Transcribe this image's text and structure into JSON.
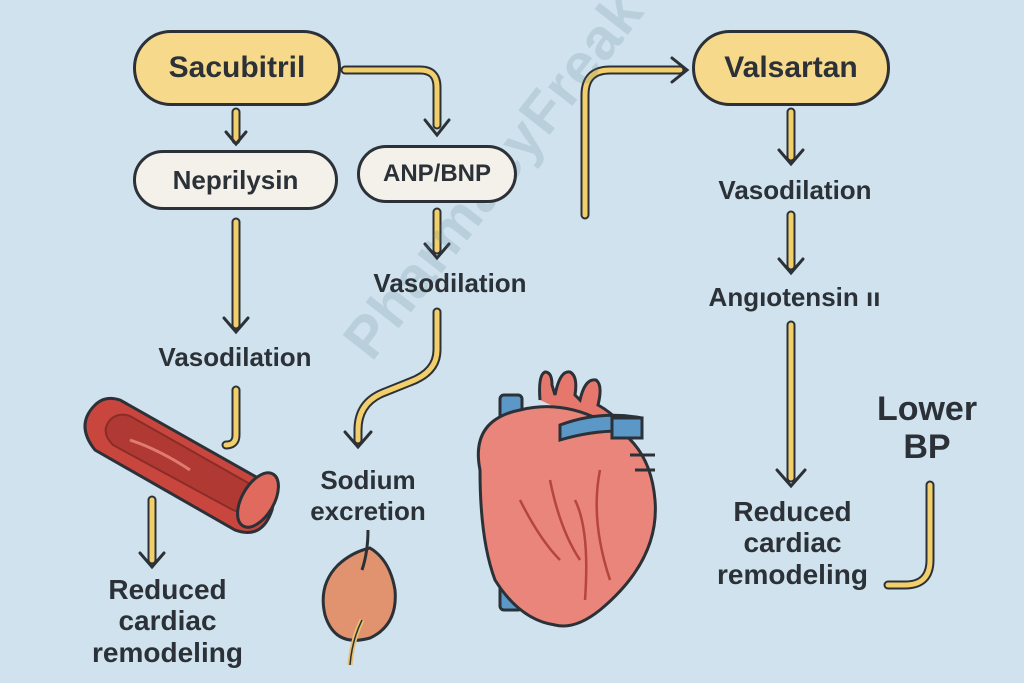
{
  "colors": {
    "background": "#cfe2ee",
    "drug_pill": "#f7d98b",
    "plain_pill": "#f3f1ea",
    "arrow": "#f2cf6a",
    "outline": "#2b3137"
  },
  "nodes": {
    "sacubitril": "Sacubitril",
    "valsartan": "Valsartan",
    "neprilysin": "Neprilysin",
    "anp_bnp": "ANP/BNP",
    "vasodilation_left": "Vasodilation",
    "vasodilation_mid": "Vasodilation",
    "vasodilation_right": "Vasodilation",
    "angiotensin": "Angıotensin ıı",
    "sodium_excretion": [
      "Sodium",
      "excretion"
    ],
    "reduced_left": [
      "Reduced",
      "cardiac",
      "remodeling"
    ],
    "reduced_right": [
      "Reduced",
      "cardiac",
      "remodeling"
    ],
    "lower_bp": [
      "Lower",
      "BP"
    ]
  },
  "watermark": "PharmacyFreak",
  "icons": [
    "blood-vessel-icon",
    "kidney-icon",
    "heart-icon"
  ]
}
